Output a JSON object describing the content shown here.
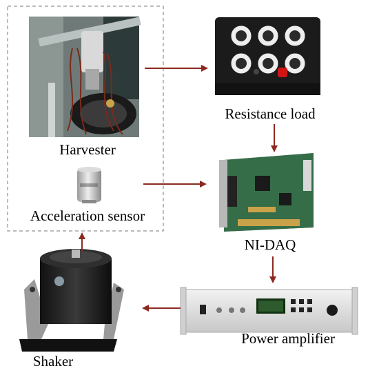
{
  "labels": {
    "harvester": "Harvester",
    "resistance_load": "Resistance load",
    "acceleration_sensor": "Acceleration sensor",
    "ni_daq": "NI-DAQ",
    "power_amplifier": "Power amplifier",
    "shaker": "Shaker"
  },
  "colors": {
    "arrow": "#8b2a1f",
    "dashed_border": "#777777",
    "text": "#000000",
    "background": "#ffffff"
  }
}
